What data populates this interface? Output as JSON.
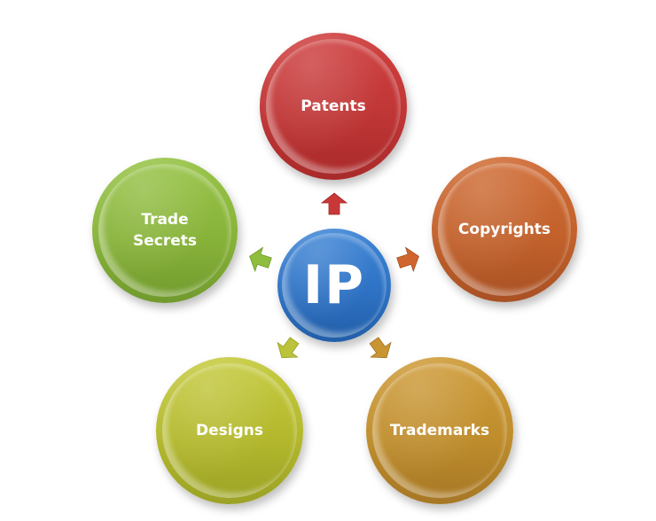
{
  "diagram": {
    "center": {
      "label": "IP",
      "color": "#2e72c4"
    },
    "nodes": [
      {
        "id": "patents",
        "label": "Patents",
        "color": "#c13737"
      },
      {
        "id": "copyrights",
        "label": "Copyrights",
        "color": "#c2612b"
      },
      {
        "id": "trademarks",
        "label": "Trademarks",
        "color": "#bf8d2c"
      },
      {
        "id": "designs",
        "label": "Designs",
        "color": "#b3b82c"
      },
      {
        "id": "trade-secrets",
        "label": "Trade\nSecrets",
        "color": "#88b33a"
      }
    ],
    "arrows": [
      {
        "to": "patents",
        "color": "#c93838"
      },
      {
        "to": "copyrights",
        "color": "#d0662f"
      },
      {
        "to": "trademarks",
        "color": "#c99432"
      },
      {
        "to": "designs",
        "color": "#bcc23a"
      },
      {
        "to": "trade-secrets",
        "color": "#8fbd3e"
      }
    ]
  }
}
